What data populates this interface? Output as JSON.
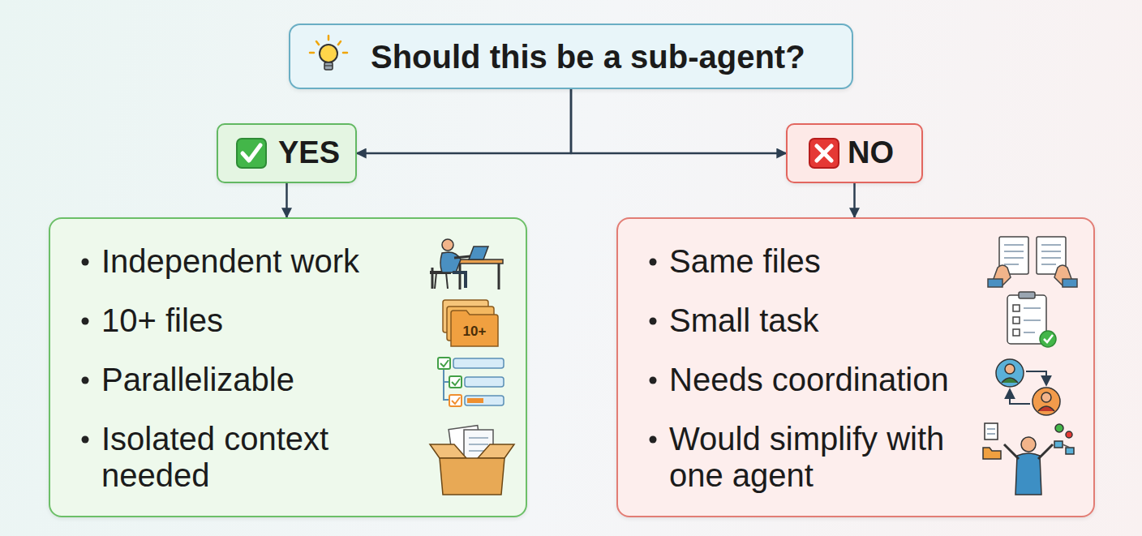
{
  "diagram": {
    "nodes": [
      {
        "text": [
          "Should this be a sub-agent?"
        ]
      },
      {
        "text": [
          "YES"
        ]
      },
      {
        "text": [
          "NO"
        ]
      },
      {
        "text": [
          "Independent work",
          "10+ files",
          "Parallelizable",
          "Isolated context needed"
        ]
      },
      {
        "text": [
          "Same files",
          "Small task",
          "Needs coordination",
          "Would simplify with one agent"
        ]
      }
    ],
    "edges": [
      {
        "from": 0,
        "to": 1,
        "arrow": "to"
      },
      {
        "from": 0,
        "to": 2,
        "arrow": "to"
      },
      {
        "from": 1,
        "to": 3,
        "arrow": "to"
      },
      {
        "from": 2,
        "to": 4,
        "arrow": "to"
      }
    ],
    "labels": [
      "10+"
    ]
  }
}
